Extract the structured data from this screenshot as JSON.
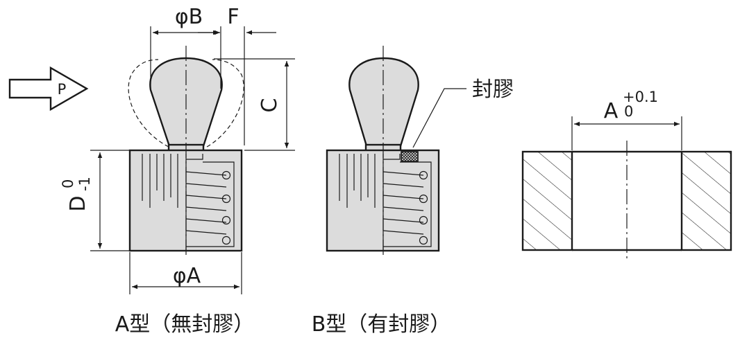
{
  "labels": {
    "phi_b": "φB",
    "f": "F",
    "c": "C",
    "d": "D",
    "d_tol_upper": "0",
    "d_tol_lower": "-1",
    "phi_a": "φA",
    "p": "P",
    "seal": "封膠",
    "hole_a": "A",
    "hole_tol_upper": "+0.1",
    "hole_tol_lower": "0"
  },
  "captions": {
    "type_a": "A型（無封膠）",
    "type_b": "B型（有封膠）"
  },
  "colors": {
    "body": "#dcdcdc",
    "line": "#1a1a1a"
  }
}
